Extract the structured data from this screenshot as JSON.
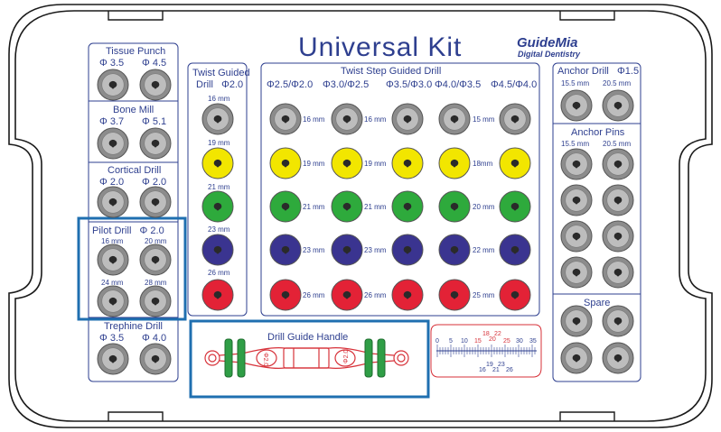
{
  "brand": {
    "title": "Universal Kit",
    "logo_name": "GuideMia",
    "logo_sub": "Digital Dentistry"
  },
  "colors": {
    "outline": "#2e3f8f",
    "highlight": "#1f6fb0",
    "gray": "#8c8c8c",
    "yellow": "#f2e600",
    "green": "#2eaa3c",
    "purple": "#3a3490",
    "red": "#e32236",
    "handle_red": "#d7323a",
    "handle_green": "#2f9e46"
  },
  "left_column": {
    "tissue_punch": {
      "title": "Tissue Punch",
      "labels": [
        "Φ 3.5",
        "Φ 4.5"
      ]
    },
    "bone_mill": {
      "title": "Bone Mill",
      "labels": [
        "Φ 3.7",
        "Φ 5.1"
      ]
    },
    "cortical_drill": {
      "title": "Cortical Drill",
      "labels": [
        "Φ 2.0",
        "Φ 2.0"
      ]
    },
    "pilot_drill": {
      "title": "Pilot Drill   Φ 2.0",
      "labels": [
        "16 mm",
        "20 mm",
        "24 mm",
        "28 mm"
      ]
    },
    "trephine_drill": {
      "title": "Trephine Drill",
      "labels": [
        "Φ 3.5",
        "Φ 4.0"
      ]
    }
  },
  "twist_guided": {
    "title1": "Twist Guided",
    "title2": "Drill   Φ2.0",
    "lengths": [
      "16 mm",
      "19 mm",
      "21 mm",
      "23 mm",
      "26 mm"
    ]
  },
  "twist_step": {
    "title": "Twist Step Guided Drill",
    "diameters": [
      "Φ2.5/Φ2.0",
      "Φ3.0/Φ2.5",
      "Φ3.5/Φ3.0",
      "Φ4.0/Φ3.5",
      "Φ4.5/Φ4.0"
    ],
    "row_labels": [
      [
        "16 mm",
        "16 mm",
        "15 mm"
      ],
      [
        "19 mm",
        "19 mm",
        "18mm"
      ],
      [
        "21 mm",
        "21 mm",
        "20 mm"
      ],
      [
        "23 mm",
        "23 mm",
        "22 mm"
      ],
      [
        "26 mm",
        "26 mm",
        "25 mm"
      ]
    ]
  },
  "anchor_drill": {
    "title": "Anchor Drill   Φ1.5",
    "labels": [
      "15.5 mm",
      "20.5 mm"
    ]
  },
  "anchor_pins": {
    "title": "Anchor Pins",
    "labels": [
      "15.5 mm",
      "20.5 mm"
    ]
  },
  "spare": {
    "title": "Spare"
  },
  "handle": {
    "title": "Drill Guide Handle",
    "left_mark": "Φ2.0",
    "right_mark": "Φ2.0"
  },
  "ruler": {
    "top_ticks": [
      "0",
      "5",
      "10",
      "15",
      "18",
      "20",
      "22",
      "25",
      "30",
      "35"
    ],
    "bottom_ticks": [
      "16",
      "19",
      "21",
      "23",
      "26"
    ]
  }
}
